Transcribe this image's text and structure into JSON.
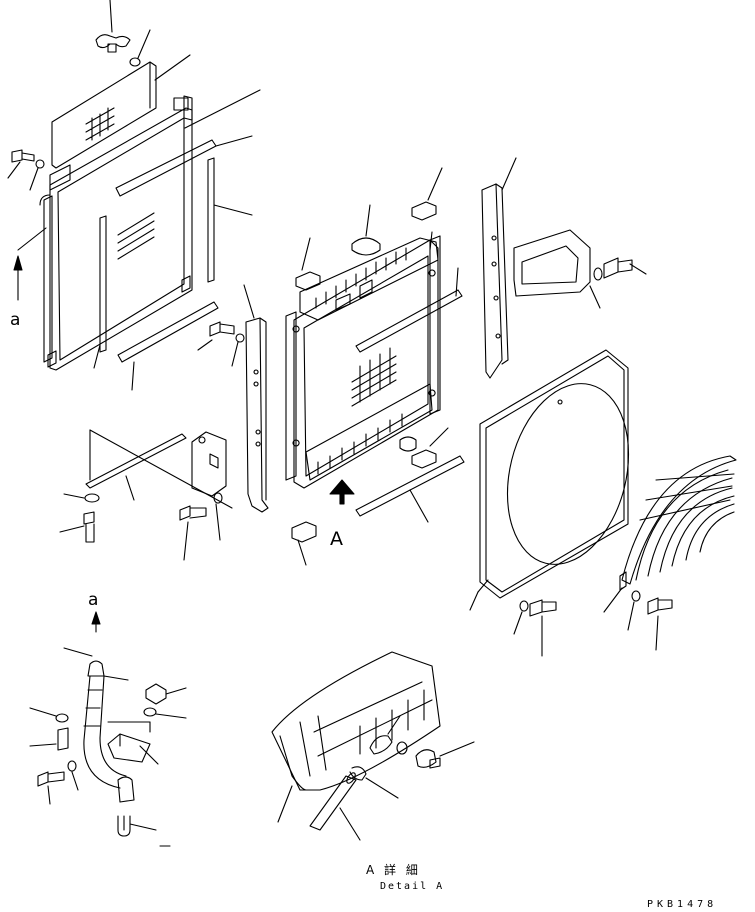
{
  "labels": {
    "callout_a_top": "a",
    "callout_a_bottom": "a",
    "view_arrow": "A",
    "detail_title_jp": "A 詳 細",
    "detail_title_en": "Detail A",
    "drawing_code": "PKB1478"
  },
  "colors": {
    "ink": "#000000",
    "paper": "#ffffff"
  }
}
